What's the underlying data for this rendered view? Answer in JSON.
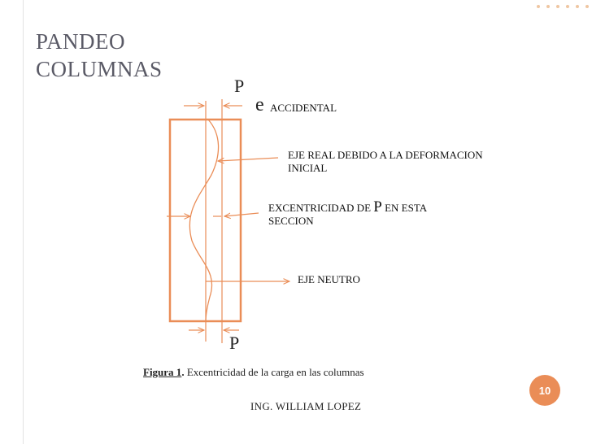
{
  "slide": {
    "title_line1": "PANDEO",
    "title_line2": "COLUMNAS",
    "page_number": "10",
    "author": "ING. WILLIAM LOPEZ"
  },
  "diagram": {
    "load_top": "P",
    "load_bottom": "P",
    "e_symbol": "e",
    "e_label": "ACCIDENTAL",
    "eje_real_line1": "EJE REAL DEBIDO A LA DEFORMACION",
    "eje_real_line2": "INICIAL",
    "excentricidad_pre": "EXCENTRICIDAD DE ",
    "excentricidad_p": "P",
    "excentricidad_post": " EN ESTA",
    "excentricidad_line2": "SECCION",
    "eje_neutro": "EJE NEUTRO"
  },
  "caption": {
    "figure_label": "Figura 1",
    "figure_sep": ".",
    "text": " Excentricidad de la carga en las columnas"
  },
  "colors": {
    "accent": "#ea8d57",
    "title": "#5a5a66"
  }
}
